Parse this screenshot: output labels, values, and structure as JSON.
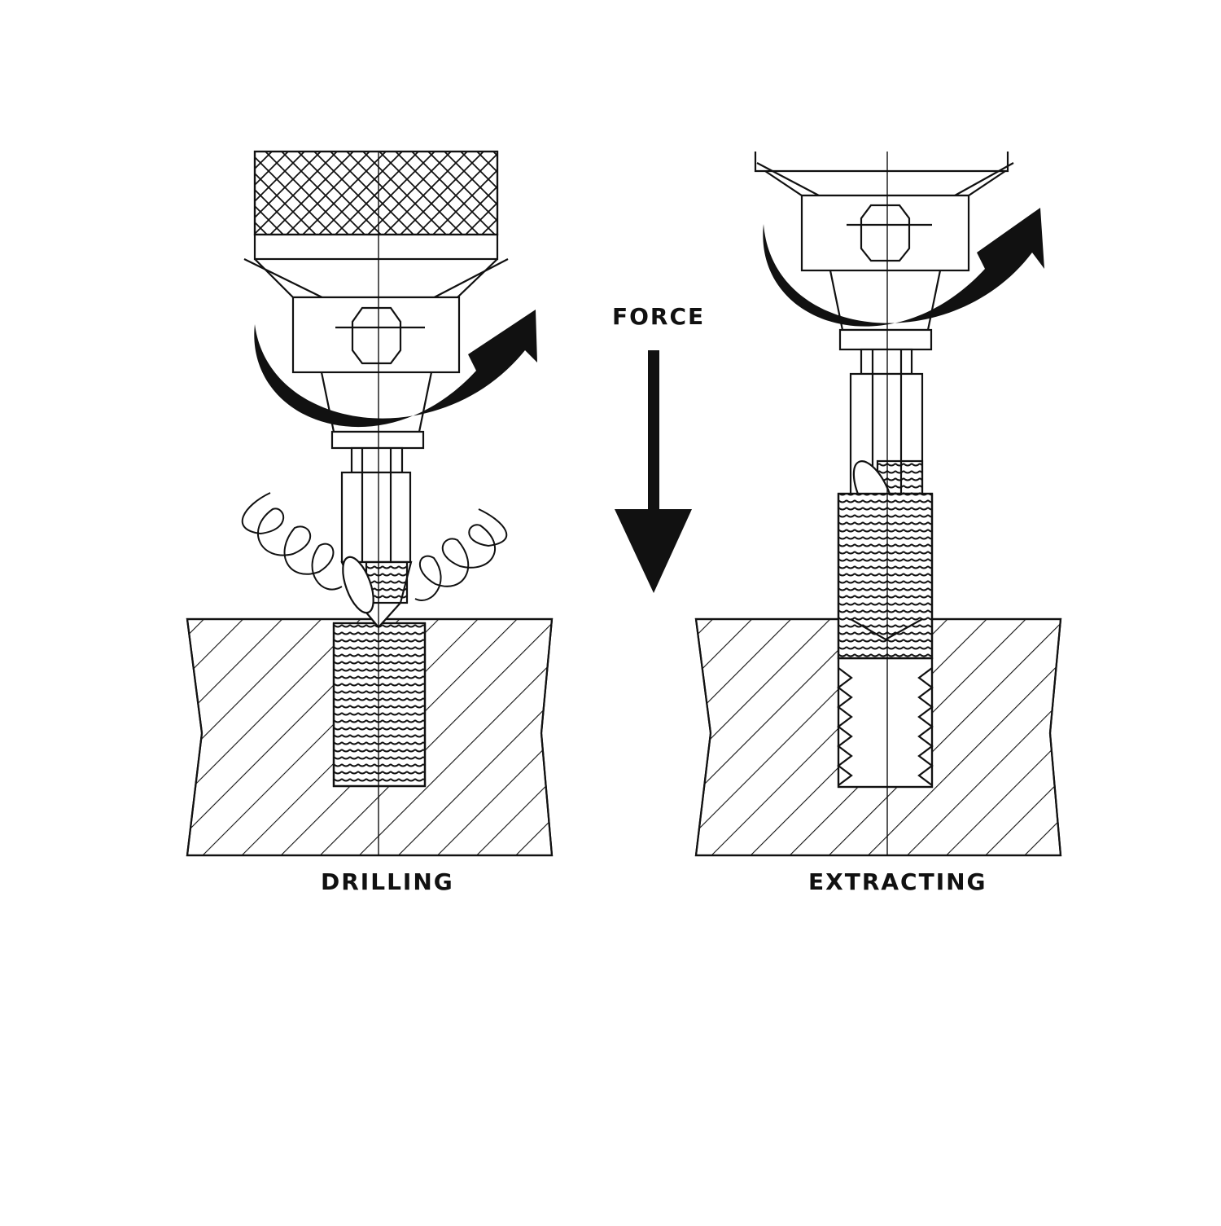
{
  "labels": {
    "force": "FORCE",
    "drilling": "DRILLING",
    "extracting": "EXTRACTING"
  },
  "colors": {
    "ink": "#111111",
    "background": "#ffffff"
  }
}
